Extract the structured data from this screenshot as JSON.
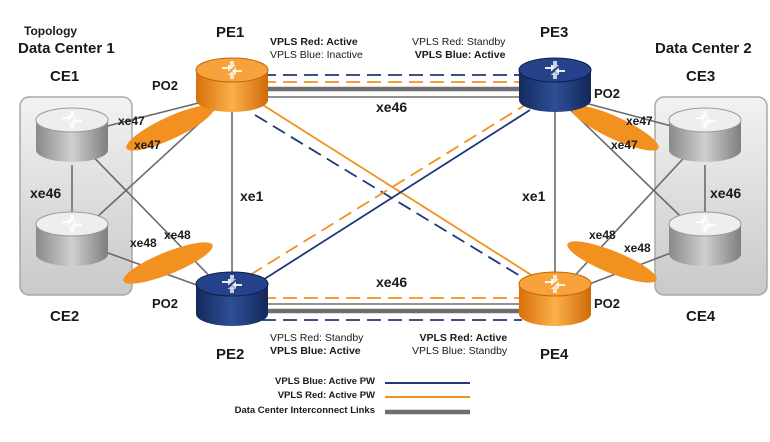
{
  "topology_label": "Topology",
  "dc1": {
    "title": "Data Center 1",
    "ce_top": "CE1",
    "ce_bottom": "CE2",
    "link": "xe46"
  },
  "dc2": {
    "title": "Data Center 2",
    "ce_top": "CE3",
    "ce_bottom": "CE4",
    "link": "xe46"
  },
  "pe": {
    "pe1": "PE1",
    "pe2": "PE2",
    "pe3": "PE3",
    "pe4": "PE4"
  },
  "po": {
    "pe1": "PO2",
    "pe2": "PO2",
    "pe3": "PO2",
    "pe4": "PO2"
  },
  "links": {
    "xe47_a": "xe47",
    "xe47_b": "xe47",
    "xe48_a": "xe48",
    "xe48_b": "xe48",
    "xe47_c": "xe47",
    "xe47_d": "xe47",
    "xe48_c": "xe48",
    "xe48_d": "xe48",
    "xe46_top": "xe46",
    "xe46_bottom": "xe46",
    "xe1_left": "xe1",
    "xe1_right": "xe1"
  },
  "status": {
    "pe1": {
      "red_prefix": "VPLS Red: ",
      "red_value": "Active",
      "blue_prefix": "VPLS Blue: ",
      "blue_value": "Inactive"
    },
    "pe3": {
      "red_prefix": "VPLS Red: ",
      "red_value": "Standby",
      "blue_prefix": "VPLS Blue: ",
      "blue_value": "Active"
    },
    "pe2": {
      "red_prefix": "VPLS Red: ",
      "red_value": "Standby",
      "blue_prefix": "VPLS Blue: ",
      "blue_value": "Active"
    },
    "pe4": {
      "red_prefix": "VPLS Red: ",
      "red_value": "Active",
      "blue_prefix": "VPLS Blue: ",
      "blue_value": "Standby"
    }
  },
  "legend": {
    "blue": "VPLS Blue: Active PW",
    "red": "VPLS Red: Active PW",
    "dci": "Data Center Interconnect Links"
  },
  "colors": {
    "blue": "#1f3a78",
    "orange": "#f39120",
    "gray_link": "#6b6b6b",
    "dci": "#6e6e6e"
  }
}
